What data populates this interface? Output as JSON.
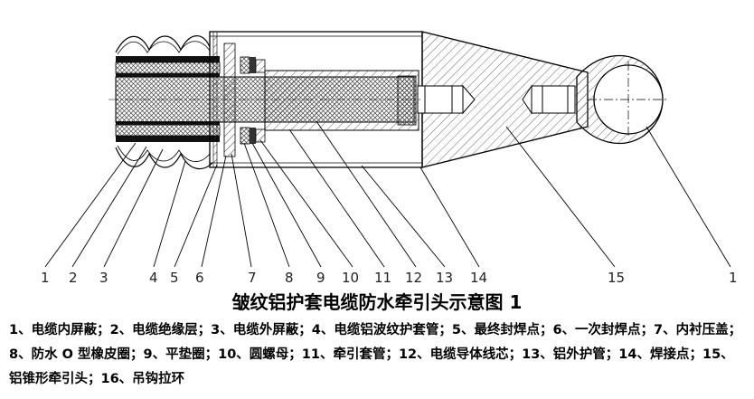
{
  "title": "皱纹铝护套电缆防水牵引头示意图 1",
  "legend": "1、电缆内屏蔽；2、电缆绝缘层；3、电缆外屏蔽；4、电缆铝波纹护套管；5、最终封焊点；6、一次封焊点；7、内衬压盖；8、防水 O 型橡皮圈；9、平垫圈；10、圆螺母；11、牵引套管；12、电缆导体线芯；13、铝外护管；14、焊接点；15、铝锥形牵引头；16、吊钩拉环",
  "callouts": [
    {
      "id": "1",
      "label": "1"
    },
    {
      "id": "2",
      "label": "2"
    },
    {
      "id": "3",
      "label": "3"
    },
    {
      "id": "4",
      "label": "4"
    },
    {
      "id": "5",
      "label": "5"
    },
    {
      "id": "6",
      "label": "6"
    },
    {
      "id": "7",
      "label": "7"
    },
    {
      "id": "8",
      "label": "8"
    },
    {
      "id": "9",
      "label": "9"
    },
    {
      "id": "10",
      "label": "10"
    },
    {
      "id": "11",
      "label": "11"
    },
    {
      "id": "12",
      "label": "12"
    },
    {
      "id": "13",
      "label": "13"
    },
    {
      "id": "14",
      "label": "14"
    },
    {
      "id": "15",
      "label": "15"
    },
    {
      "id": "16",
      "label": "1"
    }
  ]
}
